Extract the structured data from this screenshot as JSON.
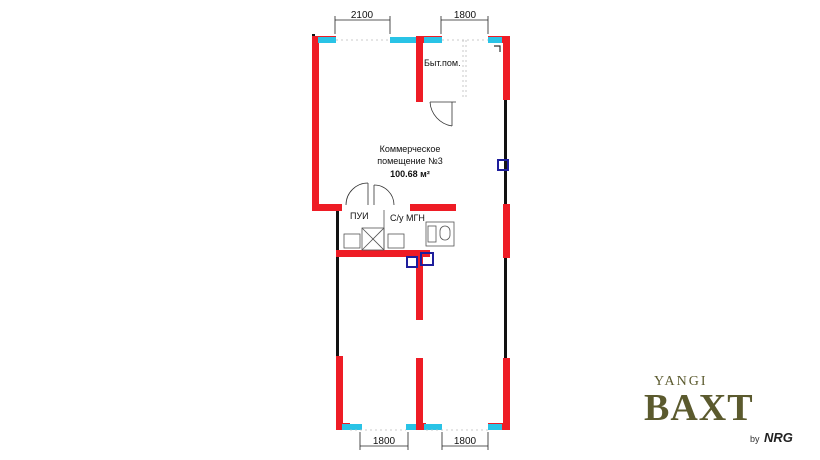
{
  "dimensions": {
    "top_left": "2100",
    "top_right": "1800",
    "bottom_left": "1800",
    "bottom_right": "1800"
  },
  "rooms": {
    "utility": "Быт.пом.",
    "commercial_line1": "Коммерческое",
    "commercial_line2": "помещение №3",
    "commercial_area": "100.68 м²",
    "cleaning": "ПУИ",
    "wc": "С/у МГН"
  },
  "brand": {
    "top": "YANGI",
    "main": "BAXT",
    "by": "by",
    "company": "NRG"
  },
  "colors": {
    "wall": "#ee1c25",
    "window": "#29c3e6",
    "column": "#1e1e9c",
    "partition": "#111111",
    "brand": "#5b5a2e"
  }
}
